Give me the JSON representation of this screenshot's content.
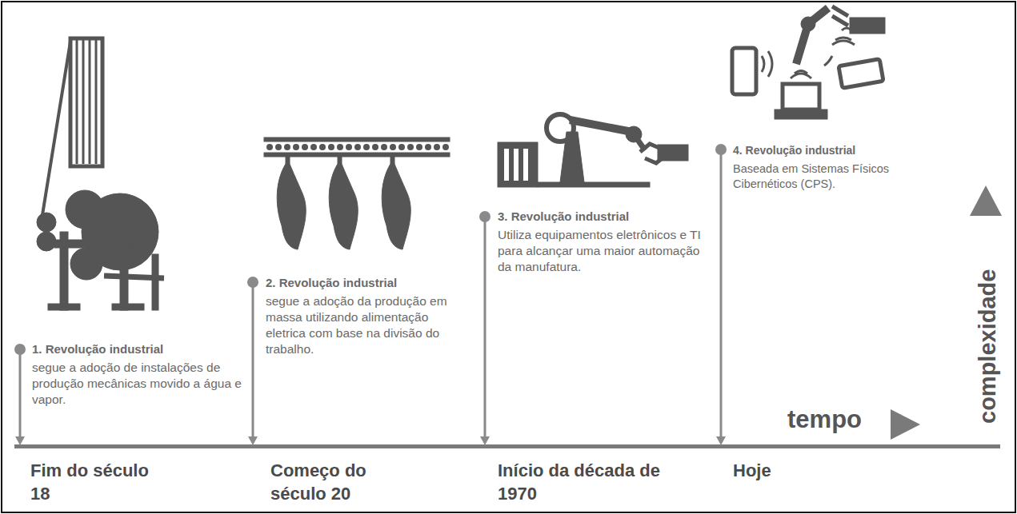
{
  "diagram": {
    "labels": [
      "1. Revolução industrial",
      "segue a adoção de instalações de produção mecânicas movido a água e vapor.",
      "2. Revolução industrial",
      "segue a adoção da produção em massa utilizando alimentação eletrica com base na divisão do trabalho.",
      "3. Revolução industrial",
      "Utiliza equipamentos eletrônicos e TI para alcançar uma maior automação da manufatura.",
      "4. Revolução industrial",
      "Baseada em Sistemas Físicos Cibernéticos (CPS).",
      "Fim do século 18",
      "Começo do século 20",
      "Início da década de 1970",
      "Hoje",
      "tempo",
      "complexidade"
    ]
  }
}
